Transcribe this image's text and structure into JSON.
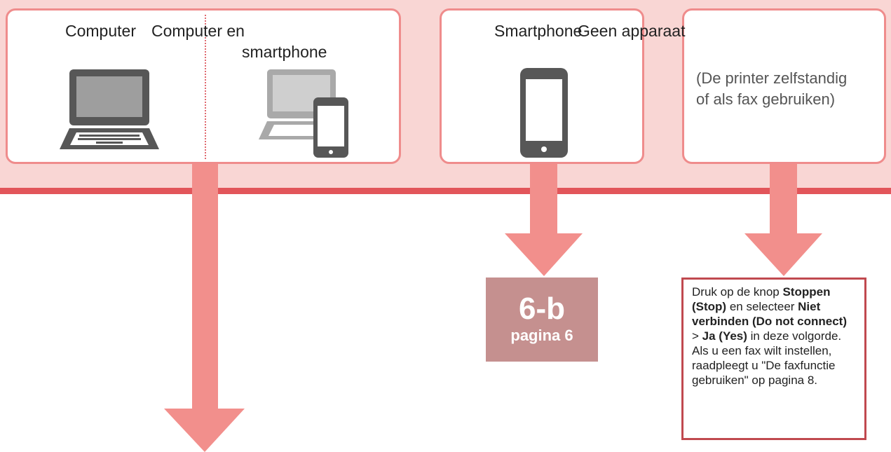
{
  "options": {
    "computer_label": "Computer",
    "computer_smartphone_label_line1": "Computer en",
    "computer_smartphone_label_line2": "smartphone",
    "smartphone_label": "Smartphone",
    "no_device_label": "Geen apparaat",
    "no_device_note_line1": "(De printer zelfstandig",
    "no_device_note_line2": "of als fax gebruiken)"
  },
  "reference": {
    "section": "6-b",
    "page": "pagina 6"
  },
  "instruction": {
    "t1": "Druk op de knop ",
    "b1": "Stoppen (Stop)",
    "t2": " en selecteer ",
    "b2": "Niet verbinden (Do not connect)",
    "t3": " > ",
    "b3": "Ja (Yes)",
    "t4": " in deze volgorde. Als u een fax wilt instellen, raadpleegt u \"De faxfunctie gebruiken\" op pagina 8."
  },
  "colors": {
    "band": "#f9d6d4",
    "band_line": "#e2555a",
    "card_border": "#ef8c8c",
    "arrow": "#f28f8c",
    "page_box": "#c5908f",
    "instruction_border": "#c0494f"
  }
}
